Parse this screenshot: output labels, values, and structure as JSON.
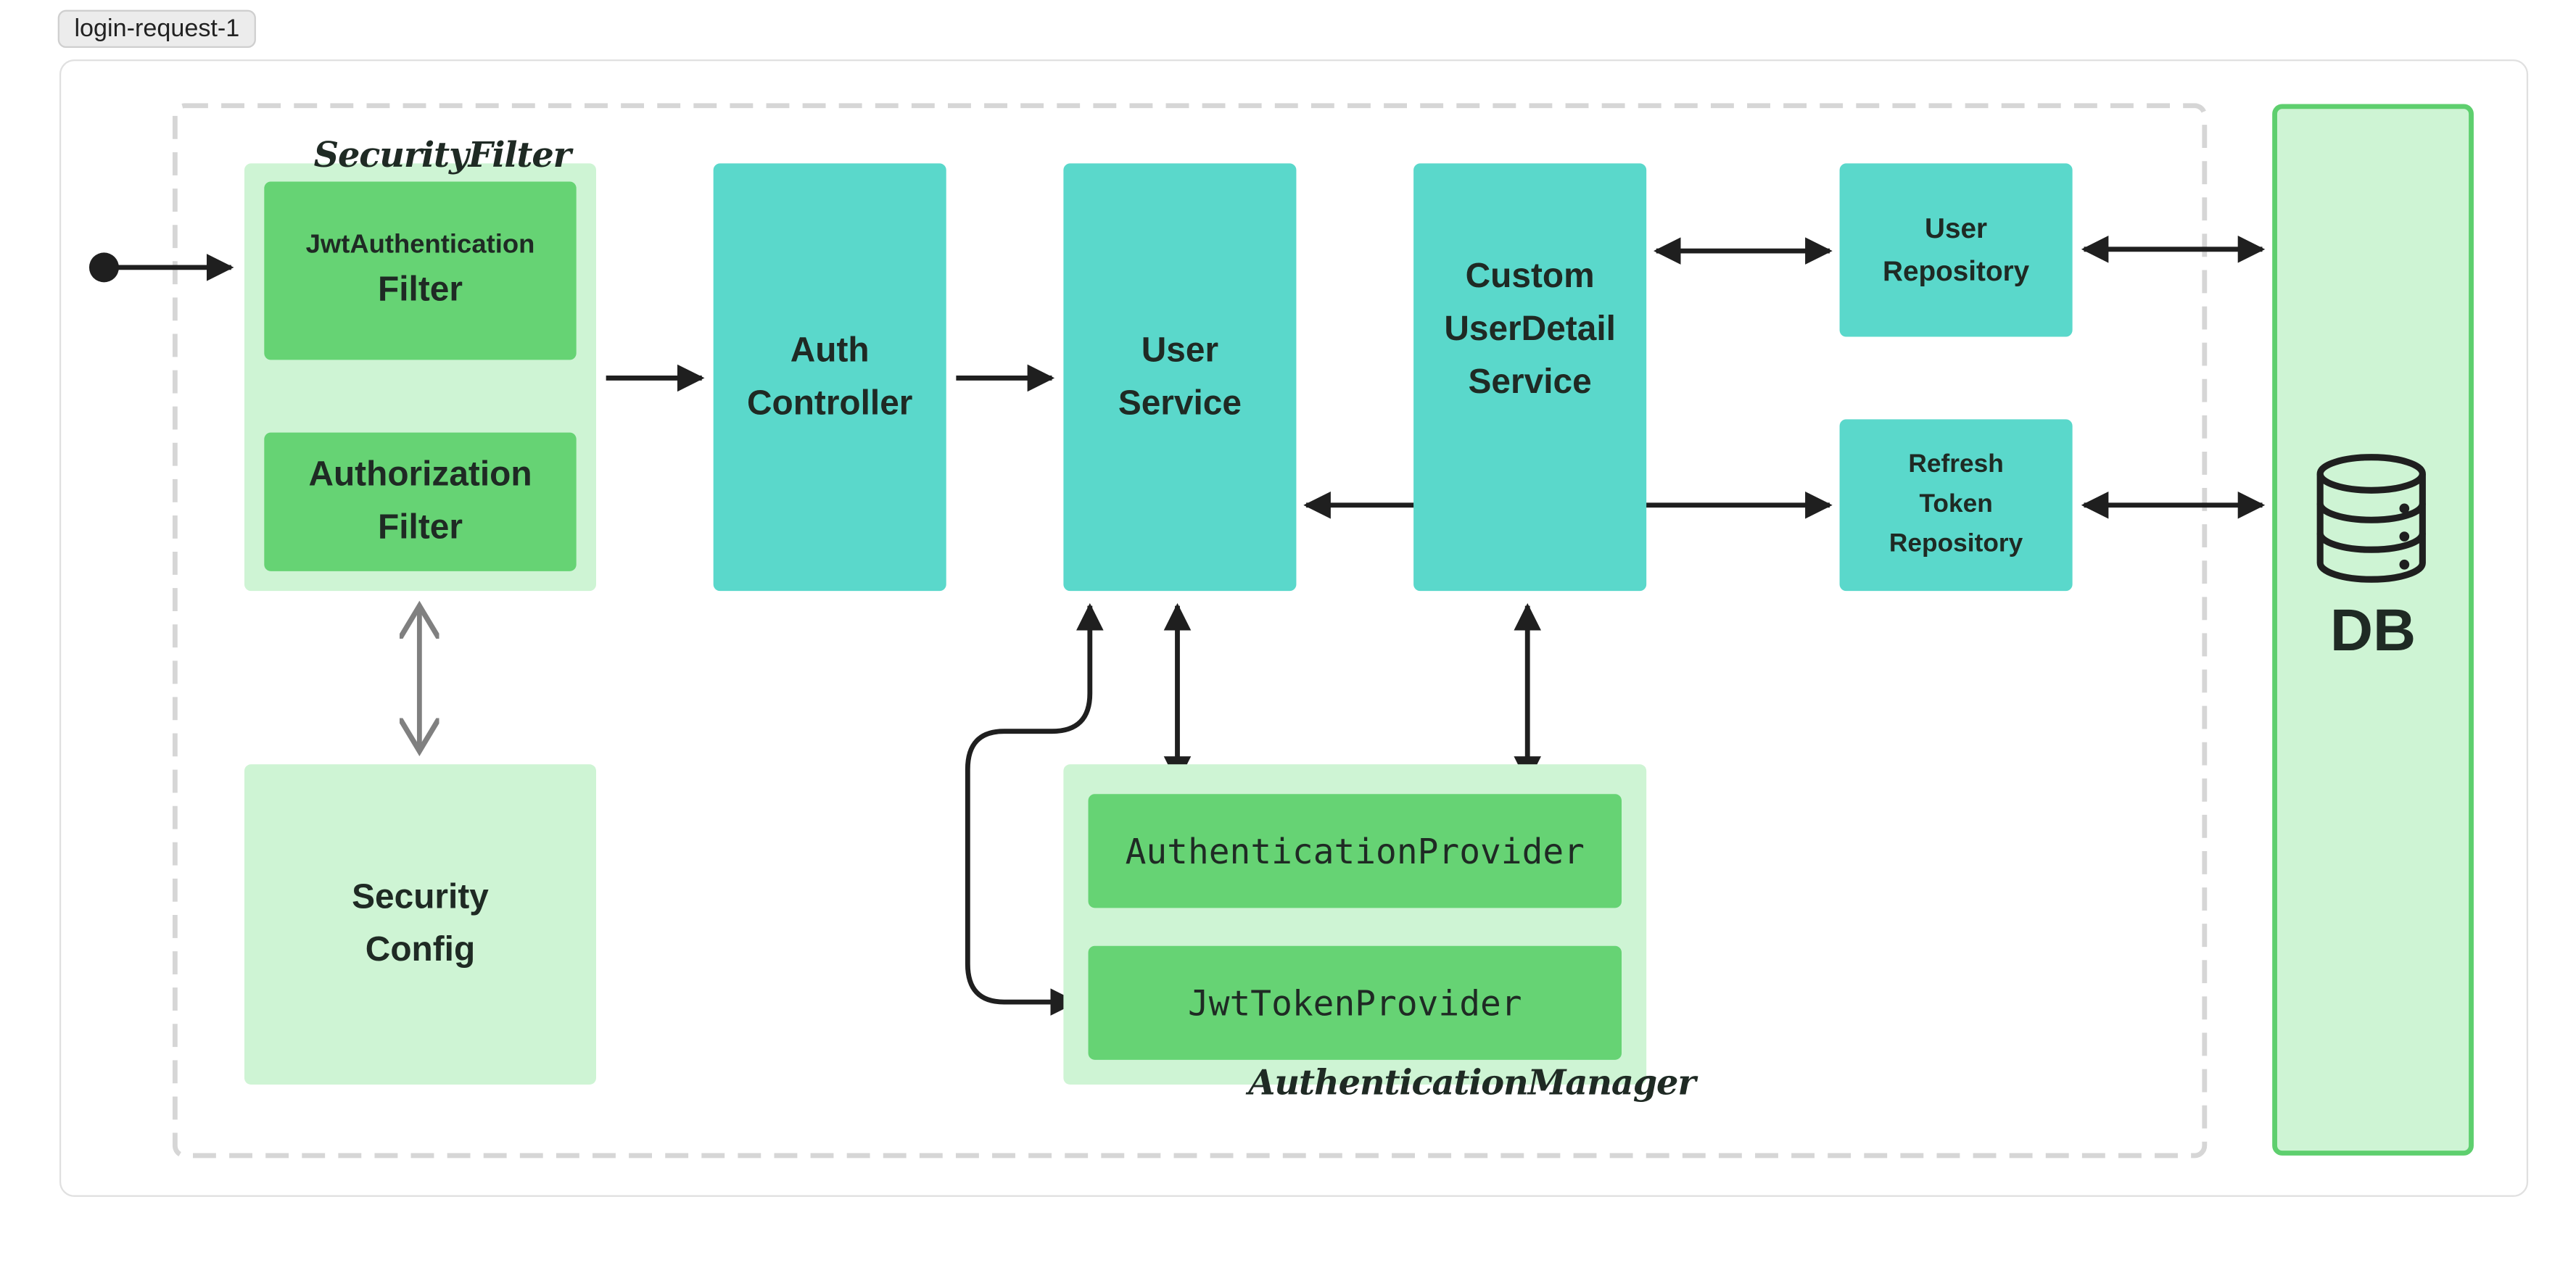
{
  "tag": "login-request-1",
  "groups": {
    "security_filter": "SecurityFilter",
    "authentication_manager": "AuthenticationManager"
  },
  "nodes": {
    "jwt_filter_line1": "JwtAuthentication",
    "jwt_filter_line2": "Filter",
    "authorization_filter": "Authorization\nFilter",
    "security_config": "Security\nConfig",
    "auth_controller": "Auth\nController",
    "user_service": "User\nService",
    "custom_user_detail_service": "Custom\nUserDetail\nService",
    "user_repository": "User\nRepository",
    "refresh_token_repository": "Refresh\nToken\nRepository",
    "authentication_provider": "AuthenticationProvider",
    "jwt_token_provider": "JwtTokenProvider",
    "db": "DB"
  },
  "icons": {
    "db": "database-icon",
    "start": "start-dot-icon"
  },
  "colors": {
    "teal": "#5ad8cb",
    "green": "#66d374",
    "pale_green": "#cef4d4",
    "db_border": "#5ecf6e",
    "arrow": "#1f1f1f",
    "config_arrow": "#808080"
  }
}
